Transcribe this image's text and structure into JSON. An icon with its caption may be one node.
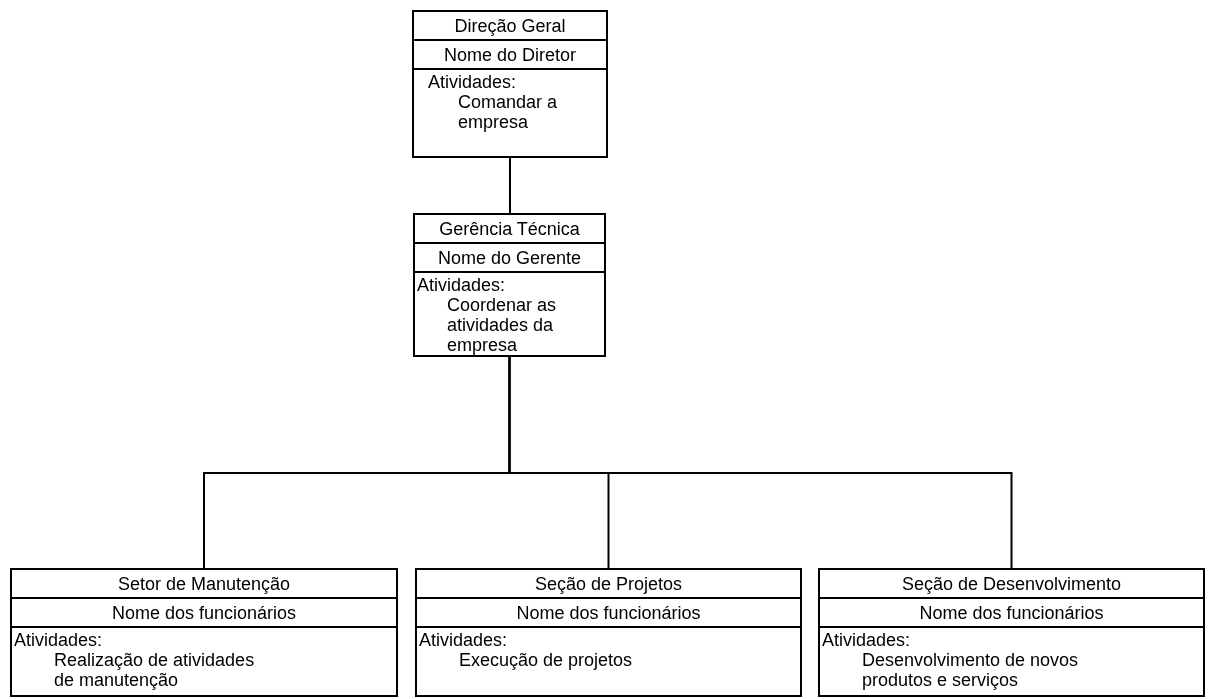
{
  "diagram": {
    "nodes": [
      {
        "text": [
          "Direção Geral",
          "Nome do Diretor",
          "Atividades:",
          "Comandar a empresa"
        ]
      },
      {
        "text": [
          "Gerência Técnica",
          "Nome do Gerente",
          "Atividades:",
          "Coordenar as atividades da empresa"
        ]
      },
      {
        "text": [
          "Setor de Manutenção",
          "Nome dos funcionários",
          "Atividades:",
          "Realização de atividades de manutenção"
        ]
      },
      {
        "text": [
          "Seção de Projetos",
          "Nome dos funcionários",
          "Atividades:",
          "Execução de projetos"
        ]
      },
      {
        "text": [
          "Seção de Desenvolvimento",
          "Nome dos funcionários",
          "Atividades:",
          "Desenvolvimento de novos produtos e serviços"
        ]
      }
    ],
    "edges": [
      {
        "from": 0,
        "to": 1,
        "arrow": "none"
      },
      {
        "from": 1,
        "to": 2,
        "arrow": "none"
      },
      {
        "from": 1,
        "to": 3,
        "arrow": "none"
      },
      {
        "from": 1,
        "to": 4,
        "arrow": "none"
      }
    ]
  }
}
